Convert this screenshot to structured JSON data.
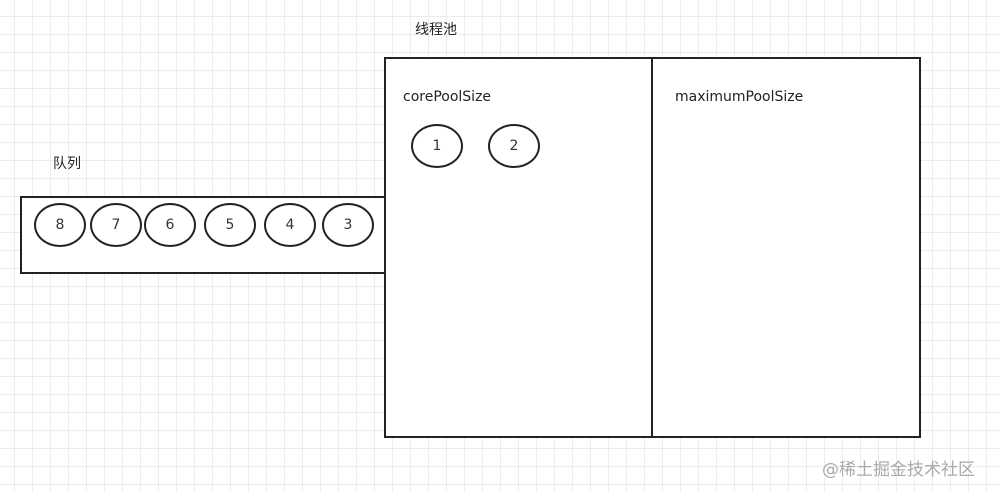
{
  "pool": {
    "title": "线程池",
    "core_label": "corePoolSize",
    "max_label": "maximumPoolSize",
    "core_threads": [
      "1",
      "2"
    ]
  },
  "queue": {
    "title": "队列",
    "items": [
      "8",
      "7",
      "6",
      "5",
      "4",
      "3"
    ]
  },
  "watermark": "@稀土掘金技术社区"
}
